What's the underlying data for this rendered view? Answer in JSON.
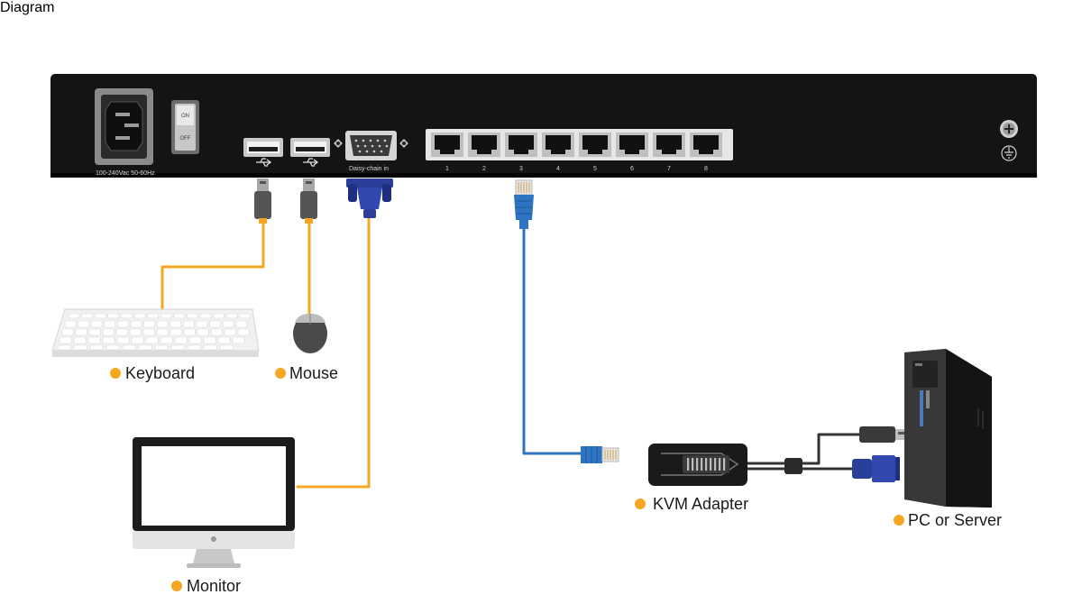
{
  "switch_panel": {
    "power_rating": "100-240Vac 50-60Hz",
    "switch_on": "ON",
    "switch_off": "OFF",
    "daisy_chain_label": "Daisy-chain in",
    "port_numbers": [
      "1",
      "2",
      "3",
      "4",
      "5",
      "6",
      "7",
      "8"
    ]
  },
  "devices": {
    "keyboard": "Keyboard",
    "mouse": "Mouse",
    "monitor": "Monitor",
    "kvm_adapter": "KVM Adapter",
    "pc_server": "PC or Server"
  },
  "colors": {
    "panel": "#141414",
    "orange_cable": "#f5a623",
    "blue_cable": "#2f74c0",
    "bullet": "#f5a623",
    "vga_blue": "#2b3f9a"
  }
}
